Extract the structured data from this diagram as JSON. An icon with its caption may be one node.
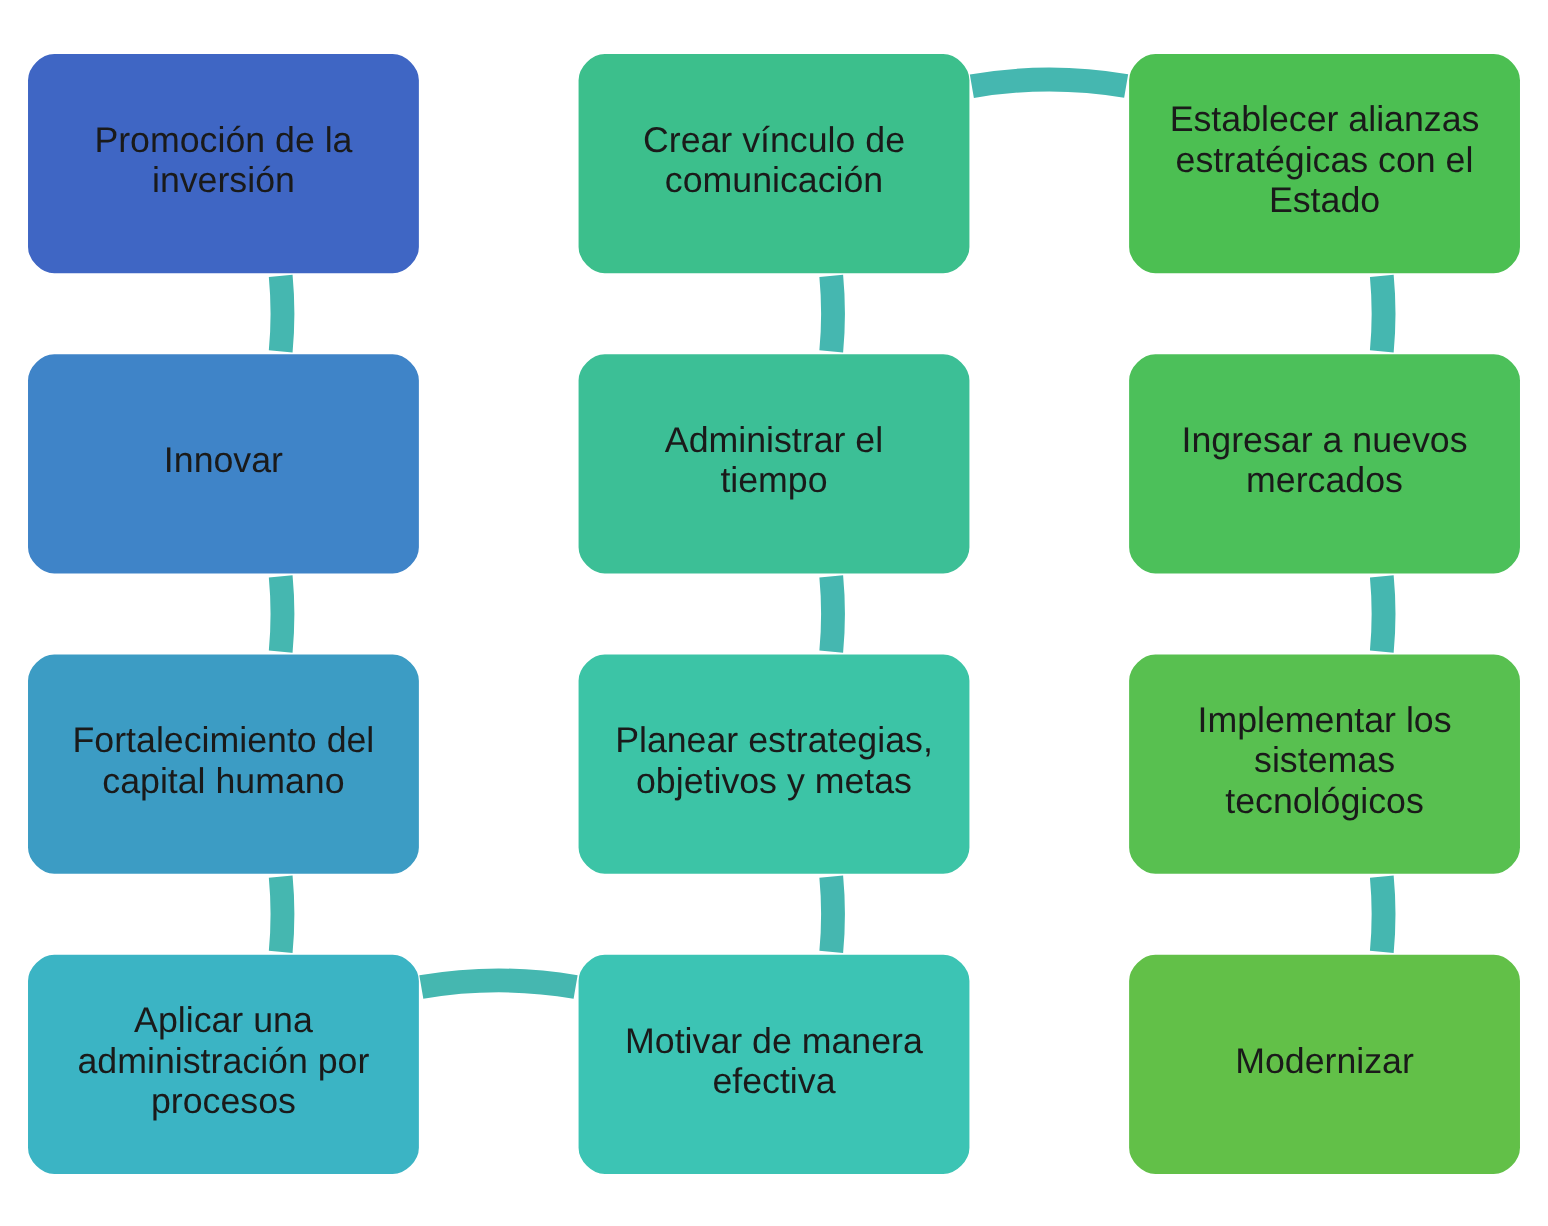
{
  "diagram": {
    "nodes": [
      {
        "text": [
          "Promoción de la inversión"
        ]
      },
      {
        "text": [
          "Innovar"
        ]
      },
      {
        "text": [
          "Fortalecimiento del capital humano"
        ]
      },
      {
        "text": [
          "Aplicar una administración por procesos"
        ]
      },
      {
        "text": [
          "Crear vínculo de comunicación"
        ]
      },
      {
        "text": [
          "Administrar el tiempo"
        ]
      },
      {
        "text": [
          "Planear estrategias, objetivos y metas"
        ]
      },
      {
        "text": [
          "Motivar de manera efectiva"
        ]
      },
      {
        "text": [
          "Establecer alianzas estratégicas con el Estado"
        ]
      },
      {
        "text": [
          "Ingresar a nuevos mercados"
        ]
      },
      {
        "text": [
          "Implementar los sistemas tecnológicos"
        ]
      },
      {
        "text": [
          "Modernizar"
        ]
      }
    ],
    "edges": [
      {
        "from": 0,
        "to": 1,
        "arrow": "none"
      },
      {
        "from": 1,
        "to": 2,
        "arrow": "none"
      },
      {
        "from": 2,
        "to": 3,
        "arrow": "none"
      },
      {
        "from": 3,
        "to": 7,
        "arrow": "none"
      },
      {
        "from": 7,
        "to": 6,
        "arrow": "none"
      },
      {
        "from": 6,
        "to": 5,
        "arrow": "none"
      },
      {
        "from": 5,
        "to": 4,
        "arrow": "none"
      },
      {
        "from": 4,
        "to": 8,
        "arrow": "none"
      },
      {
        "from": 8,
        "to": 9,
        "arrow": "none"
      },
      {
        "from": 9,
        "to": 10,
        "arrow": "none"
      },
      {
        "from": 10,
        "to": 11,
        "arrow": "none"
      }
    ]
  }
}
